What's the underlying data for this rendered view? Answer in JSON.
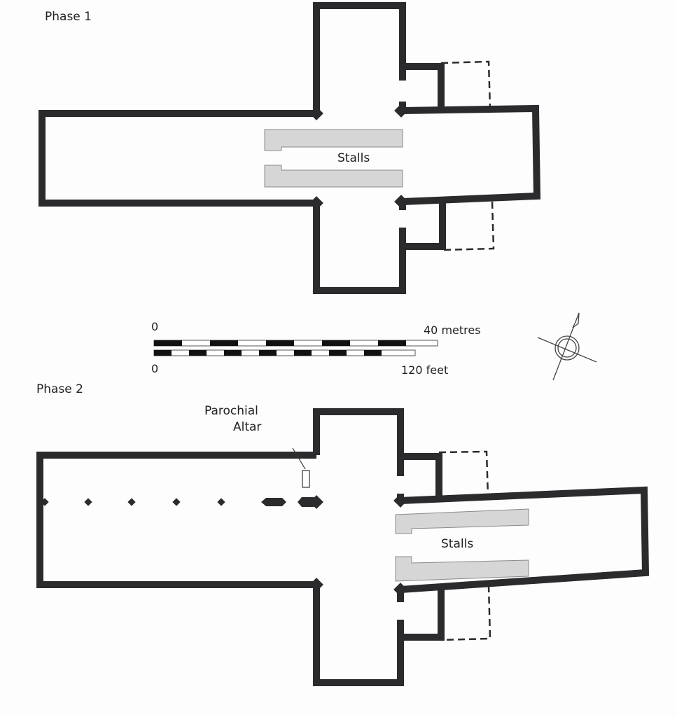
{
  "phase1": {
    "title": "Phase 1",
    "stalls_label": "Stalls"
  },
  "phase2": {
    "title": "Phase 2",
    "stalls_label": "Stalls",
    "altar_label_line1": "Parochial",
    "altar_label_line2": "Altar"
  },
  "scale": {
    "metres_zero": "0",
    "metres_label": "40 metres",
    "feet_zero": "0",
    "feet_label": "120 feet"
  },
  "compass": {
    "icon": "north-arrow-icon"
  }
}
